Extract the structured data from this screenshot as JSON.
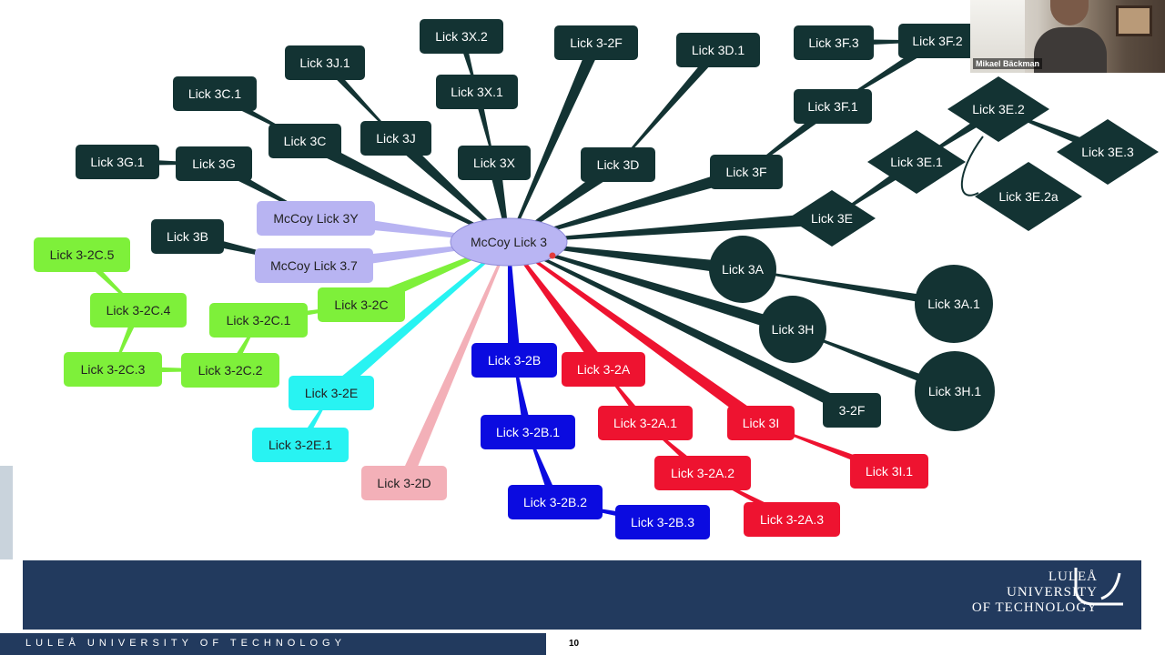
{
  "colors": {
    "dark": "#133333",
    "center": "#b9b5f3",
    "lavender": "#b8b4f2",
    "green": "#7ef03a",
    "cyan": "#28f3f2",
    "pink": "#f3b0b8",
    "blue": "#0b0be0",
    "red": "#ee1330"
  },
  "nodes": {
    "center": "McCoy Lick 3",
    "n3y": "McCoy Lick 3Y",
    "n37": "McCoy Lick 3.7",
    "n3g": "Lick 3G",
    "n3g1": "Lick 3G.1",
    "n3c": "Lick 3C",
    "n3c1": "Lick 3C.1",
    "n3j": "Lick 3J",
    "n3j1": "Lick 3J.1",
    "n3x": "Lick 3X",
    "n3x1": "Lick 3X.1",
    "n3x2": "Lick 3X.2",
    "n2f_top": "Lick 3-2F",
    "n3d": "Lick 3D",
    "n3d1": "Lick 3D.1",
    "n3f": "Lick 3F",
    "n3f1": "Lick 3F.1",
    "n3f2": "Lick 3F.2",
    "n3f3": "Lick 3F.3",
    "n3e": "Lick 3E",
    "n3e1": "Lick 3E.1",
    "n3e2": "Lick 3E.2",
    "n3e3": "Lick 3E.3",
    "n3e2a": "Lick 3E.2a",
    "n3b": "Lick 3B",
    "n3a": "Lick 3A",
    "n3a1": "Lick 3A.1",
    "n3h": "Lick 3H",
    "n3h1": "Lick 3H.1",
    "n2f_right": "3-2F",
    "n2c": "Lick 3-2C",
    "n2c1": "Lick 3-2C.1",
    "n2c2": "Lick 3-2C.2",
    "n2c3": "Lick 3-2C.3",
    "n2c4": "Lick 3-2C.4",
    "n2c5": "Lick 3-2C.5",
    "n2e": "Lick 3-2E",
    "n2e1": "Lick 3-2E.1",
    "n2d": "Lick 3-2D",
    "n2b": "Lick 3-2B",
    "n2b1": "Lick 3-2B.1",
    "n2b2": "Lick 3-2B.2",
    "n2b3": "Lick 3-2B.3",
    "n2a": "Lick 3-2A",
    "n2a1": "Lick 3-2A.1",
    "n2a2": "Lick 3-2A.2",
    "n2a3": "Lick 3-2A.3",
    "n3i": "Lick 3I",
    "n3i1": "Lick 3I.1"
  },
  "footer": {
    "logo_line1": "LULEÅ",
    "logo_line2": "UNIVERSITY",
    "logo_line3": "OF TECHNOLOGY",
    "bar_text": "LULEÅ UNIVERSITY OF TECHNOLOGY",
    "page_number": "10"
  },
  "video": {
    "participant_name": "Mikael Bäckman"
  }
}
